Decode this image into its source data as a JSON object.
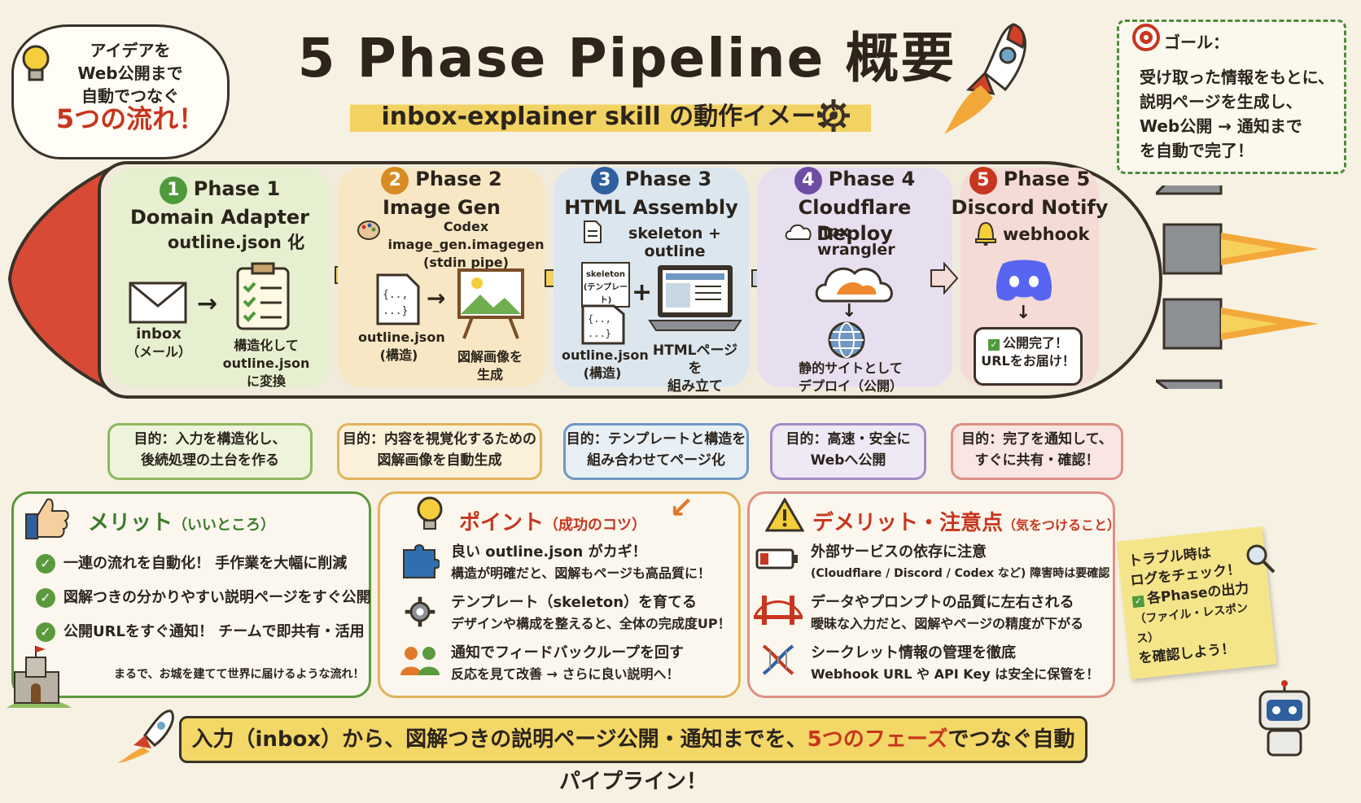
{
  "title": "5 Phase Pipeline 概要",
  "subtitle": "inbox-explainer skill の動作イメージ",
  "intro_cloud": {
    "line1": "アイデアを",
    "line2": "Web公開まで",
    "line3": "自動でつなぐ",
    "line4": "5つの流れ！"
  },
  "goal": {
    "title": "ゴール：",
    "line1": "受け取った情報をもとに、",
    "line2": "説明ページを生成し、",
    "line3": "Web公開 → 通知まで",
    "line4": "を自動で完了！"
  },
  "phases": [
    {
      "num": "1",
      "label": "Phase 1",
      "name": "Domain Adapter",
      "tool": "outline.json 化",
      "left_cap1": "inbox",
      "left_cap2": "（メール）",
      "right_cap1": "構造化して",
      "right_cap2": "outline.json",
      "right_cap3": "に変換",
      "purpose1": "目的：入力を構造化し、",
      "purpose2": "後続処理の土台を作る",
      "color": "#4f9a3a",
      "bg": "#e6efcf",
      "border": "#8db85d"
    },
    {
      "num": "2",
      "label": "Phase 2",
      "name": "Image Gen",
      "tool": "Codex image_gen.imagegen",
      "tool2": "(stdin pipe)",
      "left_cap1": "outline.json",
      "left_cap2": "(構造)",
      "right_cap1": "図解画像を",
      "right_cap2": "生成",
      "purpose1": "目的：内容を視覚化するための",
      "purpose2": "図解画像を自動生成",
      "color": "#d98a23",
      "bg": "#f8e7c4",
      "border": "#e2b35a"
    },
    {
      "num": "3",
      "label": "Phase 3",
      "name": "HTML Assembly",
      "tool": "skeleton + outline",
      "skel1": "skeleton",
      "skel2": "(テンプレート)",
      "left_cap1": "outline.json",
      "left_cap2": "(構造)",
      "right_cap1": "HTMLページを",
      "right_cap2": "組み立て",
      "purpose1": "目的：テンプレートと構造を",
      "purpose2": "組み合わせてページ化",
      "color": "#2f5f9e",
      "bg": "#dbe6ef",
      "border": "#6f98c3"
    },
    {
      "num": "4",
      "label": "Phase 4",
      "name": "Cloudflare Deploy",
      "tool": "npx wrangler",
      "right_cap1": "静的サイトとして",
      "right_cap2": "デプロイ（公開）",
      "purpose1": "目的：高速・安全に",
      "purpose2": "Webへ公開",
      "color": "#6d4ea3",
      "bg": "#e7def0",
      "border": "#a28bc6"
    },
    {
      "num": "5",
      "label": "Phase 5",
      "name": "Discord Notify",
      "tool": "webhook",
      "bubble1": "公開完了！",
      "bubble2": "URLをお届け！",
      "purpose1": "目的：完了を通知して、",
      "purpose2": "すぐに共有・確認！",
      "color": "#c7361e",
      "bg": "#f5dbd6",
      "border": "#de9086"
    }
  ],
  "merit": {
    "title": "メリット",
    "title_sub": "（いいところ）",
    "items": [
      "一連の流れを自動化！ 手作業を大幅に削減",
      "図解つきの分かりやすい説明ページをすぐ公開",
      "公開URLをすぐ通知！ チームで即共有・活用"
    ],
    "footer": "まるで、お城を建てて世界に届けるような流れ！"
  },
  "points": {
    "title": "ポイント",
    "title_sub": "（成功のコツ）",
    "items": [
      {
        "main": "良い outline.json がカギ！",
        "sub": "構造が明確だと、図解もページも高品質に！"
      },
      {
        "main": "テンプレート（skeleton）を育てる",
        "sub": "デザインや構成を整えると、全体の完成度UP！"
      },
      {
        "main": "通知でフィードバックループを回す",
        "sub": "反応を見て改善 → さらに良い説明へ！"
      }
    ]
  },
  "demerit": {
    "title": "デメリット・注意点",
    "title_sub": "（気をつけること）",
    "items": [
      {
        "main": "外部サービスの依存に注意",
        "sub": "(Cloudflare / Discord / Codex など) 障害時は要確認"
      },
      {
        "main": "データやプロンプトの品質に左右される",
        "sub": "曖昧な入力だと、図解やページの精度が下がる"
      },
      {
        "main": "シークレット情報の管理を徹底",
        "sub": "Webhook URL や API Key は安全に保管を！"
      }
    ]
  },
  "sticky": {
    "line1": "トラブル時は",
    "line2": "ログをチェック！",
    "line3": "各Phaseの出力",
    "line4": "（ファイル・レスポンス）",
    "line5": "を確認しよう！"
  },
  "banner": {
    "part1": "入力（inbox）から、図解つきの説明ページ公開・通知までを、",
    "highlight": "5つのフェーズ",
    "part2": "でつなぐ自動パイプライン！"
  }
}
